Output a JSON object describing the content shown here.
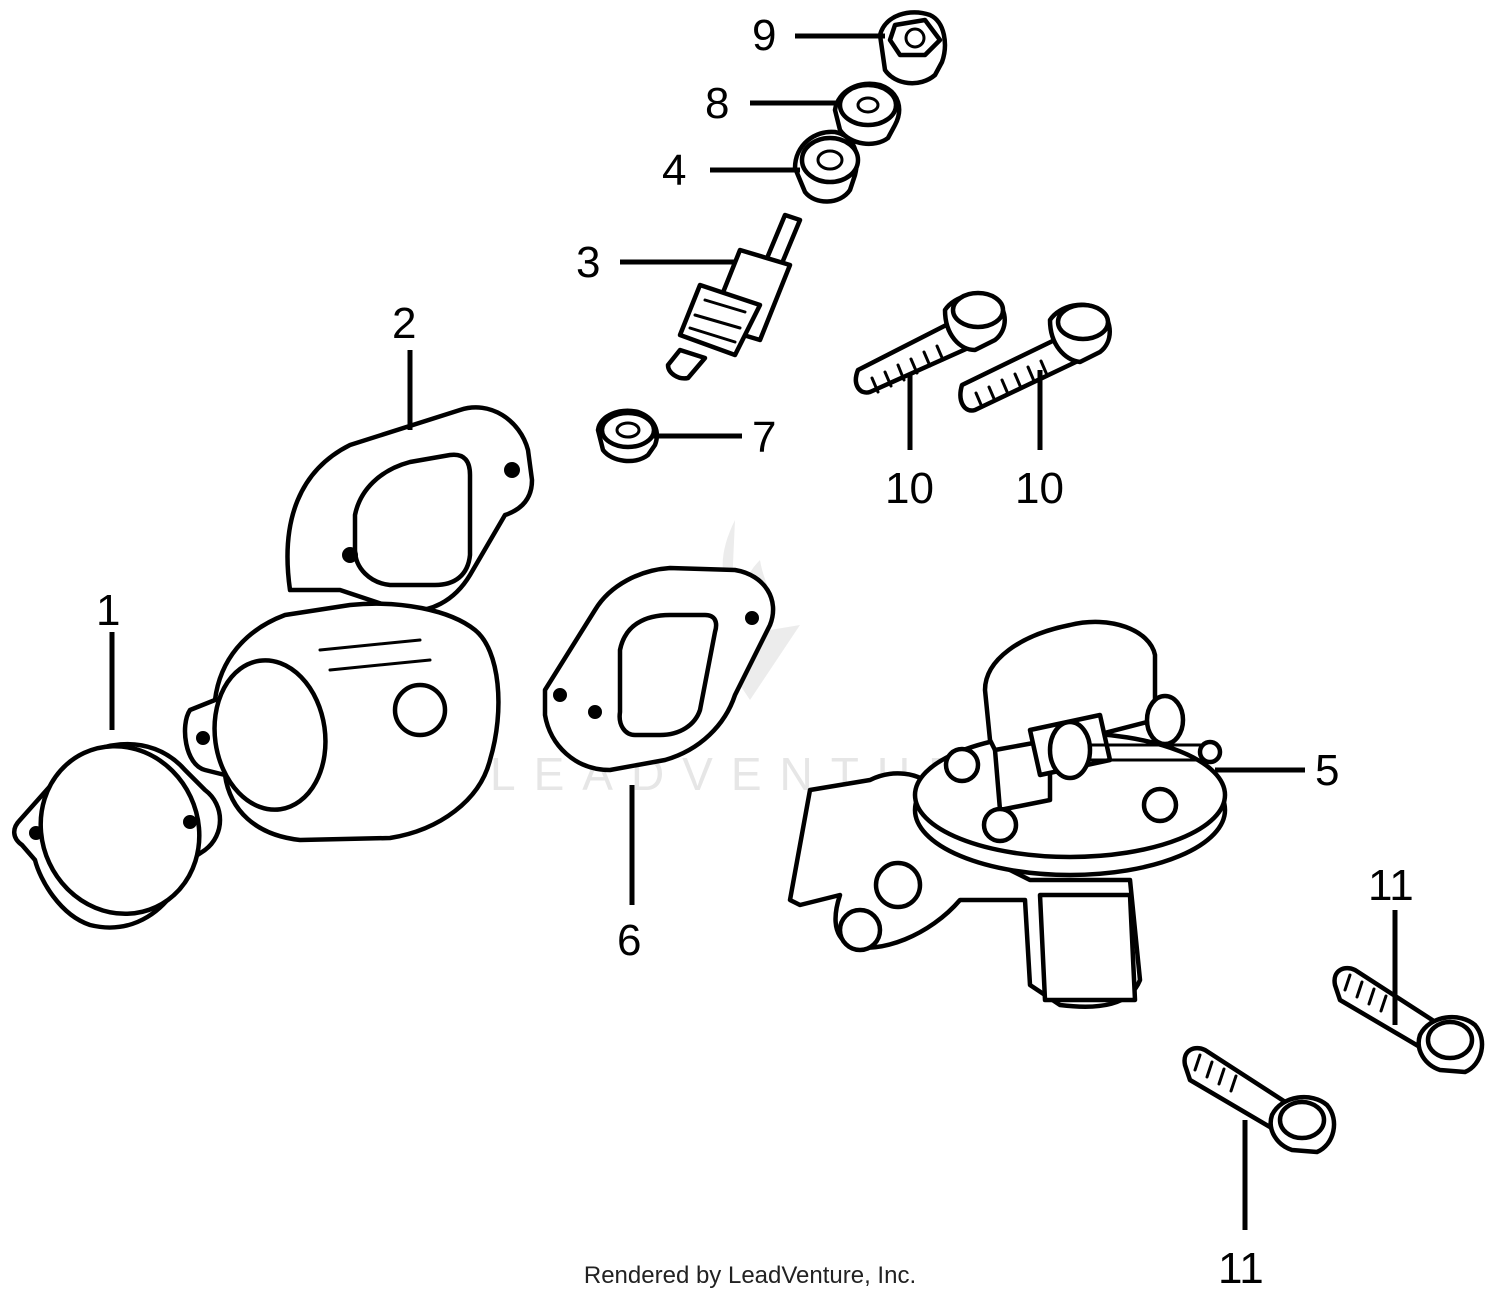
{
  "callouts": {
    "c1": "1",
    "c2": "2",
    "c3": "3",
    "c4": "4",
    "c5": "5",
    "c6": "6",
    "c7": "7",
    "c8": "8",
    "c9": "9",
    "c10a": "10",
    "c10b": "10",
    "c11a": "11",
    "c11b": "11"
  },
  "watermark": "LEADVENTURE",
  "footer": "Rendered by LeadVenture, Inc."
}
